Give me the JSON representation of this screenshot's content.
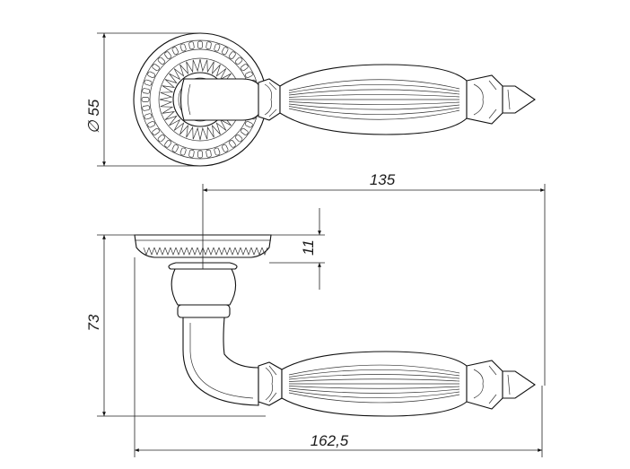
{
  "drawing": {
    "subject": "door-handle-technical-drawing",
    "dimensions": {
      "rosette_diameter": "∅ 55",
      "handle_length": "135",
      "rosette_height": "11",
      "total_height": "73",
      "total_length": "162,5"
    }
  }
}
